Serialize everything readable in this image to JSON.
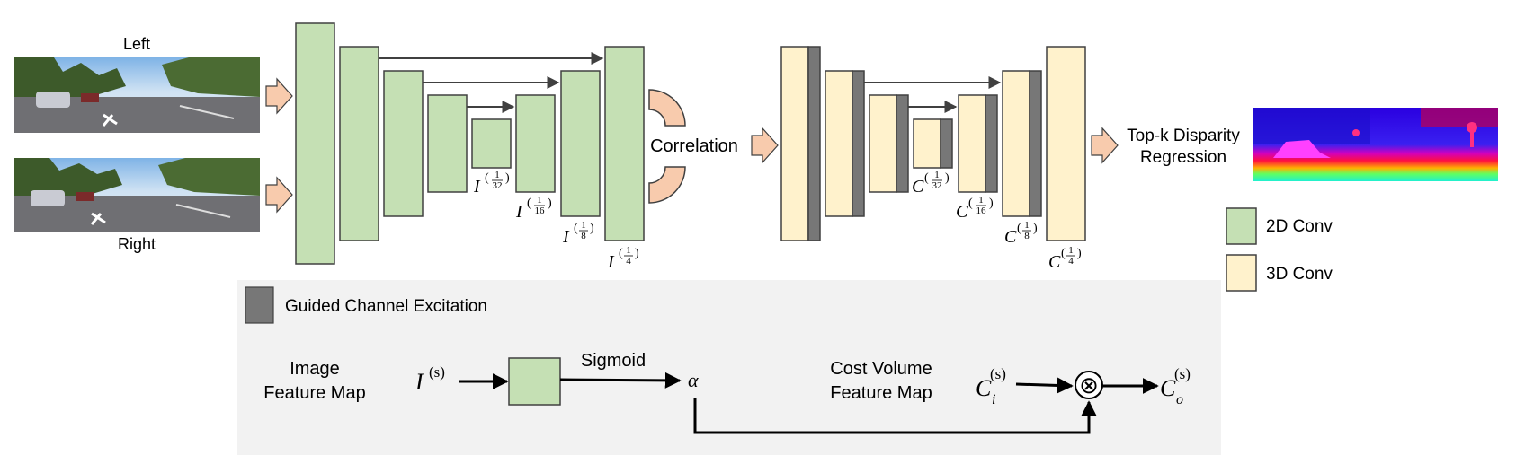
{
  "inputs": {
    "left_label": "Left",
    "right_label": "Right"
  },
  "encoder_labels": [
    {
      "base": "I",
      "num": "1",
      "den": "32"
    },
    {
      "base": "I",
      "num": "1",
      "den": "16"
    },
    {
      "base": "I",
      "num": "1",
      "den": "8"
    },
    {
      "base": "I",
      "num": "1",
      "den": "4"
    }
  ],
  "correlation_label": "Correlation",
  "cost_labels": [
    {
      "base": "C",
      "num": "1",
      "den": "32"
    },
    {
      "base": "C",
      "num": "1",
      "den": "16"
    },
    {
      "base": "C",
      "num": "1",
      "den": "8"
    },
    {
      "base": "C",
      "num": "1",
      "den": "4"
    }
  ],
  "regression_label": {
    "line1": "Top-k Disparity",
    "line2": "Regression"
  },
  "legend": {
    "conv2d": "2D Conv",
    "conv3d": "3D Conv",
    "gce": "Guided Channel Excitation"
  },
  "gce_detail": {
    "image_label_line1": "Image",
    "image_label_line2": "Feature Map",
    "input_symbol": "I",
    "input_sup": "(s)",
    "sigmoid_label": "Sigmoid",
    "alpha_symbol": "α",
    "cost_label_line1": "Cost Volume",
    "cost_label_line2": "Feature Map",
    "ci_symbol": "C",
    "ci_sub": "i",
    "ci_sup": "(s)",
    "otimes_symbol": "⊗",
    "co_symbol": "C",
    "co_sub": "o",
    "co_sup": "(s)"
  },
  "colors": {
    "conv2d_fill": "#c5e0b4",
    "conv3d_fill": "#fff2cc",
    "gce_fill": "#777777",
    "arrow_fill": "#f8cbad",
    "panel_bg": "#f2f2f2"
  }
}
